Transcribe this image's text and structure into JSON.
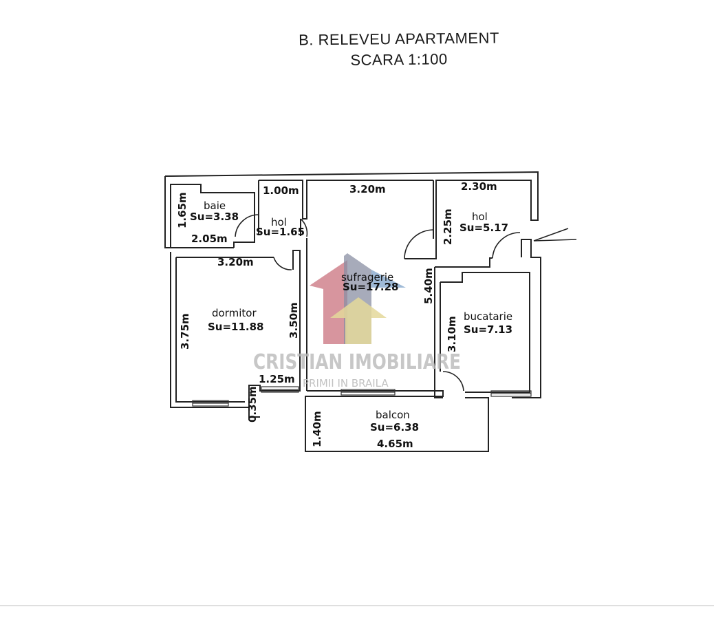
{
  "header": {
    "title": "B. RELEVEU APARTAMENT",
    "scale": "SCARA 1:100"
  },
  "rooms": {
    "baie": {
      "name": "baie",
      "area": "Su=3.38"
    },
    "hol_small": {
      "name": "hol",
      "area": "Su=1.65"
    },
    "hol_large": {
      "name": "hol",
      "area": "Su=5.17"
    },
    "sufragerie": {
      "name": "sufragerie",
      "area": "Su=17.28"
    },
    "dormitor": {
      "name": "dormitor",
      "area": "Su=11.88"
    },
    "bucatarie": {
      "name": "bucatarie",
      "area": "Su=7.13"
    },
    "balcon": {
      "name": "balcon",
      "area": "Su=6.38"
    }
  },
  "dimensions": {
    "baie_height": "1.65m",
    "baie_width": "2.05m",
    "hol_small_width": "1.00m",
    "sufragerie_width": "3.20m",
    "sufragerie_height": "5.40m",
    "hol_large_width": "2.30m",
    "hol_large_height": "2.25m",
    "dormitor_width": "3.20m",
    "dormitor_height_left": "3.75m",
    "dormitor_height_right": "3.50m",
    "bucatarie_height": "3.10m",
    "niche_width": "1.25m",
    "niche_depth": "0.35m",
    "balcon_depth": "1.40m",
    "balcon_width": "4.65m"
  },
  "watermark": {
    "name": "CRISTIAN IMOBILIARE",
    "tagline": "PRIMII IN BRAILA",
    "colors": {
      "red": "#c9727e",
      "gray": "#8a8fa3",
      "yellow": "#e4d89a",
      "blue": "#7fa3c9"
    }
  }
}
